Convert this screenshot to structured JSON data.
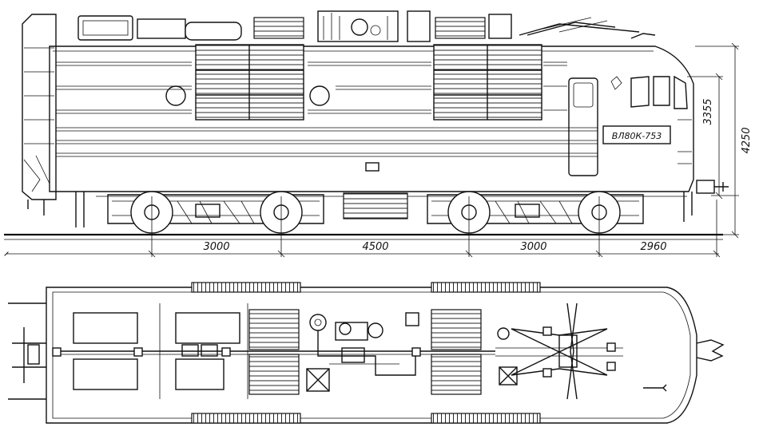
{
  "locomotive": {
    "number_plate": "ВЛ80К-753"
  },
  "dimensions": {
    "horizontal": [
      "3000",
      "4500",
      "3000",
      "2960"
    ],
    "vertical": [
      "3355",
      "4250"
    ]
  }
}
